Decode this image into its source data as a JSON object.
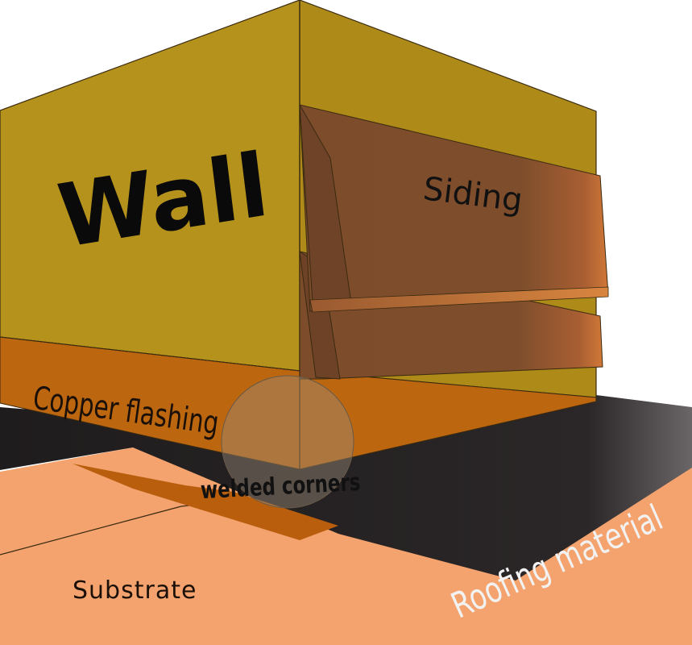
{
  "labels": {
    "wall": "Wall",
    "siding": "Siding",
    "flashing": "Copper flashing",
    "corners": "welded corners",
    "roofing": "Roofing material",
    "substrate": "Substrate"
  },
  "colors": {
    "wall_left": "#b5921c",
    "wall_right": "#ae8a19",
    "flashing": "#bc6610",
    "flashing_lower": "#b85e0c",
    "siding": "#7e4e2c",
    "siding_edge": "#c06a34",
    "roofing": "#282425",
    "substrate": "#f4a36e",
    "outline": "#3a2a10"
  }
}
